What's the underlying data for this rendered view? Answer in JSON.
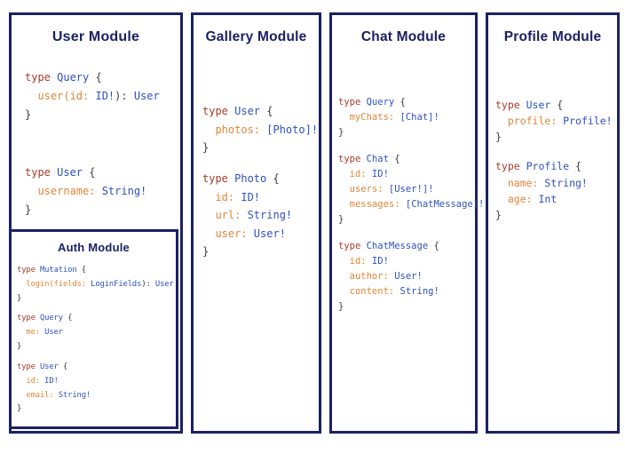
{
  "colors": {
    "accent_navy": "#1b2163",
    "keyword_red": "#a93c2a",
    "type_blue": "#2e51c0",
    "field_orange": "#df8638",
    "punctuation": "#3b3b46"
  },
  "modules": {
    "user": {
      "title": "User Module",
      "blocks": [
        [
          [
            {
              "t": "type ",
              "c": "k"
            },
            {
              "t": "Query ",
              "c": "n"
            },
            {
              "t": "{",
              "c": "p"
            }
          ],
          [
            {
              "t": "  user(id:",
              "c": "f"
            },
            {
              "t": " ID!",
              "c": "n"
            },
            {
              "t": "):",
              "c": "p"
            },
            {
              "t": " User",
              "c": "n"
            }
          ],
          [
            {
              "t": "}",
              "c": "p"
            }
          ]
        ],
        [
          [
            {
              "t": "type ",
              "c": "k"
            },
            {
              "t": "User ",
              "c": "n"
            },
            {
              "t": "{",
              "c": "p"
            }
          ],
          [
            {
              "t": "  username:",
              "c": "f"
            },
            {
              "t": " String!",
              "c": "n"
            }
          ],
          [
            {
              "t": "}",
              "c": "p"
            }
          ]
        ]
      ]
    },
    "auth": {
      "title": "Auth Module",
      "blocks": [
        [
          [
            {
              "t": "type ",
              "c": "k"
            },
            {
              "t": "Mutation ",
              "c": "n"
            },
            {
              "t": "{",
              "c": "p"
            }
          ],
          [
            {
              "t": "  login(fields:",
              "c": "f"
            },
            {
              "t": " LoginFields",
              "c": "n"
            },
            {
              "t": "):",
              "c": "p"
            },
            {
              "t": " User",
              "c": "n"
            }
          ],
          [
            {
              "t": "}",
              "c": "p"
            }
          ]
        ],
        [
          [
            {
              "t": "type ",
              "c": "k"
            },
            {
              "t": "Query ",
              "c": "n"
            },
            {
              "t": "{",
              "c": "p"
            }
          ],
          [
            {
              "t": "  me:",
              "c": "f"
            },
            {
              "t": " User",
              "c": "n"
            }
          ],
          [
            {
              "t": "}",
              "c": "p"
            }
          ]
        ],
        [
          [
            {
              "t": "type ",
              "c": "k"
            },
            {
              "t": "User ",
              "c": "n"
            },
            {
              "t": "{",
              "c": "p"
            }
          ],
          [
            {
              "t": "  id:",
              "c": "f"
            },
            {
              "t": " ID!",
              "c": "n"
            }
          ],
          [
            {
              "t": "  email:",
              "c": "f"
            },
            {
              "t": " String!",
              "c": "n"
            }
          ],
          [
            {
              "t": "}",
              "c": "p"
            }
          ]
        ]
      ]
    },
    "gallery": {
      "title": "Gallery Module",
      "blocks": [
        [
          [
            {
              "t": "type ",
              "c": "k"
            },
            {
              "t": "User ",
              "c": "n"
            },
            {
              "t": "{",
              "c": "p"
            }
          ],
          [
            {
              "t": "  photos:",
              "c": "f"
            },
            {
              "t": " [Photo]!",
              "c": "n"
            }
          ],
          [
            {
              "t": "}",
              "c": "p"
            }
          ]
        ],
        [
          [
            {
              "t": "type ",
              "c": "k"
            },
            {
              "t": "Photo ",
              "c": "n"
            },
            {
              "t": "{",
              "c": "p"
            }
          ],
          [
            {
              "t": "  id:",
              "c": "f"
            },
            {
              "t": " ID!",
              "c": "n"
            }
          ],
          [
            {
              "t": "  url:",
              "c": "f"
            },
            {
              "t": " String!",
              "c": "n"
            }
          ],
          [
            {
              "t": "  user:",
              "c": "f"
            },
            {
              "t": " User!",
              "c": "n"
            }
          ],
          [
            {
              "t": "}",
              "c": "p"
            }
          ]
        ]
      ]
    },
    "chat": {
      "title": "Chat Module",
      "blocks": [
        [
          [
            {
              "t": "type ",
              "c": "k"
            },
            {
              "t": "Query ",
              "c": "n"
            },
            {
              "t": "{",
              "c": "p"
            }
          ],
          [
            {
              "t": "  myChats:",
              "c": "f"
            },
            {
              "t": " [Chat]!",
              "c": "n"
            }
          ],
          [
            {
              "t": "}",
              "c": "p"
            }
          ]
        ],
        [
          [
            {
              "t": "type ",
              "c": "k"
            },
            {
              "t": "Chat ",
              "c": "n"
            },
            {
              "t": "{",
              "c": "p"
            }
          ],
          [
            {
              "t": "  id:",
              "c": "f"
            },
            {
              "t": " ID!",
              "c": "n"
            }
          ],
          [
            {
              "t": "  users:",
              "c": "f"
            },
            {
              "t": " [User!]!",
              "c": "n"
            }
          ],
          [
            {
              "t": "  messages:",
              "c": "f"
            },
            {
              "t": " [ChatMessage]!",
              "c": "n"
            }
          ],
          [
            {
              "t": "}",
              "c": "p"
            }
          ]
        ],
        [
          [
            {
              "t": "type ",
              "c": "k"
            },
            {
              "t": "ChatMessage ",
              "c": "n"
            },
            {
              "t": "{",
              "c": "p"
            }
          ],
          [
            {
              "t": "  id:",
              "c": "f"
            },
            {
              "t": " ID!",
              "c": "n"
            }
          ],
          [
            {
              "t": "  author:",
              "c": "f"
            },
            {
              "t": " User!",
              "c": "n"
            }
          ],
          [
            {
              "t": "  content:",
              "c": "f"
            },
            {
              "t": " String!",
              "c": "n"
            }
          ],
          [
            {
              "t": "}",
              "c": "p"
            }
          ]
        ]
      ]
    },
    "profile": {
      "title": "Profile Module",
      "blocks": [
        [
          [
            {
              "t": "type ",
              "c": "k"
            },
            {
              "t": "User ",
              "c": "n"
            },
            {
              "t": "{",
              "c": "p"
            }
          ],
          [
            {
              "t": "  profile:",
              "c": "f"
            },
            {
              "t": " Profile!",
              "c": "n"
            }
          ],
          [
            {
              "t": "}",
              "c": "p"
            }
          ]
        ],
        [
          [
            {
              "t": "type ",
              "c": "k"
            },
            {
              "t": "Profile ",
              "c": "n"
            },
            {
              "t": "{",
              "c": "p"
            }
          ],
          [
            {
              "t": "  name:",
              "c": "f"
            },
            {
              "t": " String!",
              "c": "n"
            }
          ],
          [
            {
              "t": "  age:",
              "c": "f"
            },
            {
              "t": " Int",
              "c": "n"
            }
          ],
          [
            {
              "t": "}",
              "c": "p"
            }
          ]
        ]
      ]
    }
  }
}
